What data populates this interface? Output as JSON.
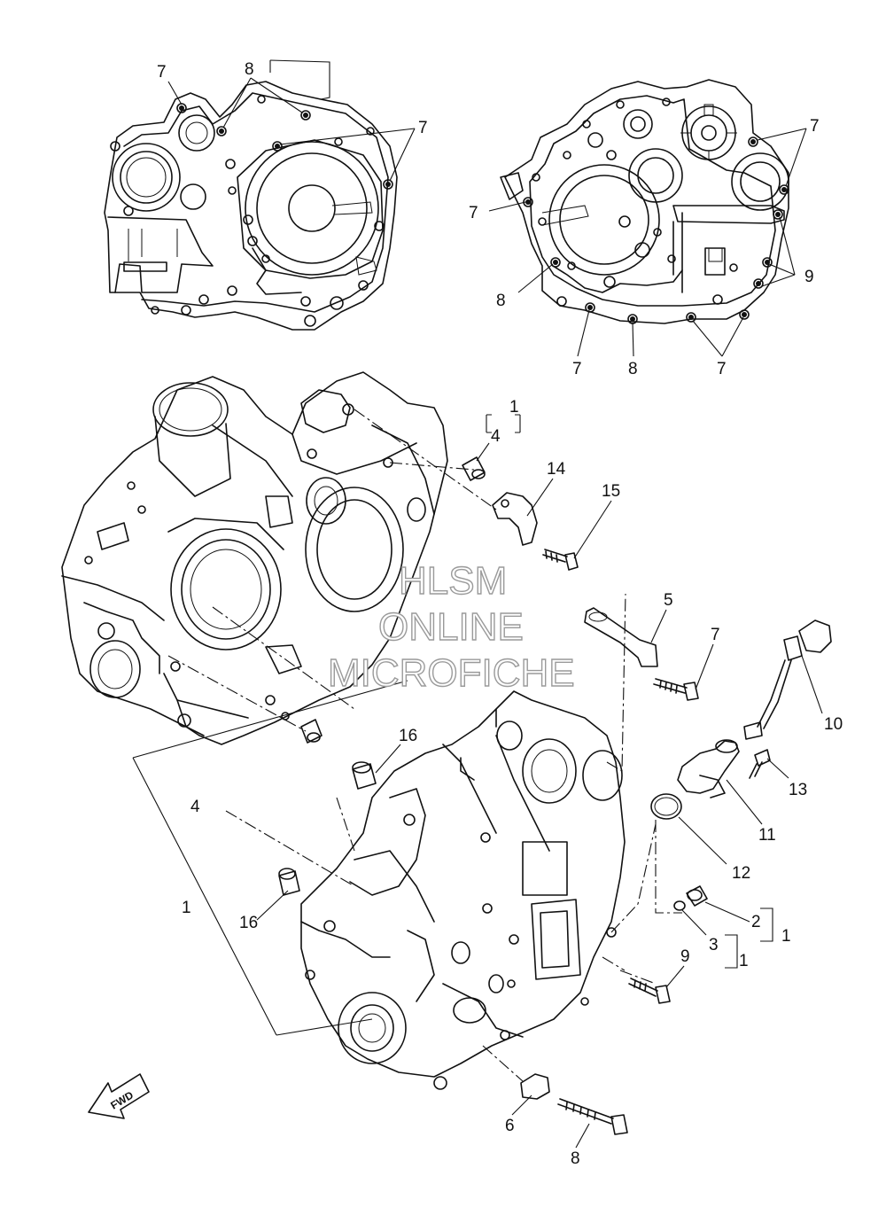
{
  "watermark": {
    "line1": "HLSM",
    "line2": "ONLINE",
    "line3": "MICROFICHE"
  },
  "fwd_arrow": {
    "label": "FWD"
  },
  "callouts": {
    "top_left_7": "7",
    "top_left_8": "8",
    "top_left_7b": "7",
    "top_right_7a": "7",
    "top_right_7b": "7",
    "top_right_8a": "8",
    "top_right_9": "9",
    "top_right_7c": "7",
    "top_right_8b": "8",
    "top_right_7d": "7",
    "p1_top": "1",
    "p4_top": "4",
    "p14": "14",
    "p15": "15",
    "p5": "5",
    "p7": "7",
    "p10": "10",
    "p13": "13",
    "p11": "11",
    "p12": "12",
    "p16a": "16",
    "p4_left": "4",
    "p1_left": "1",
    "p16b": "16",
    "p2": "2",
    "p1_r1": "1",
    "p3": "3",
    "p1_r2": "1",
    "p9": "9",
    "p6": "6",
    "p8": "8"
  }
}
